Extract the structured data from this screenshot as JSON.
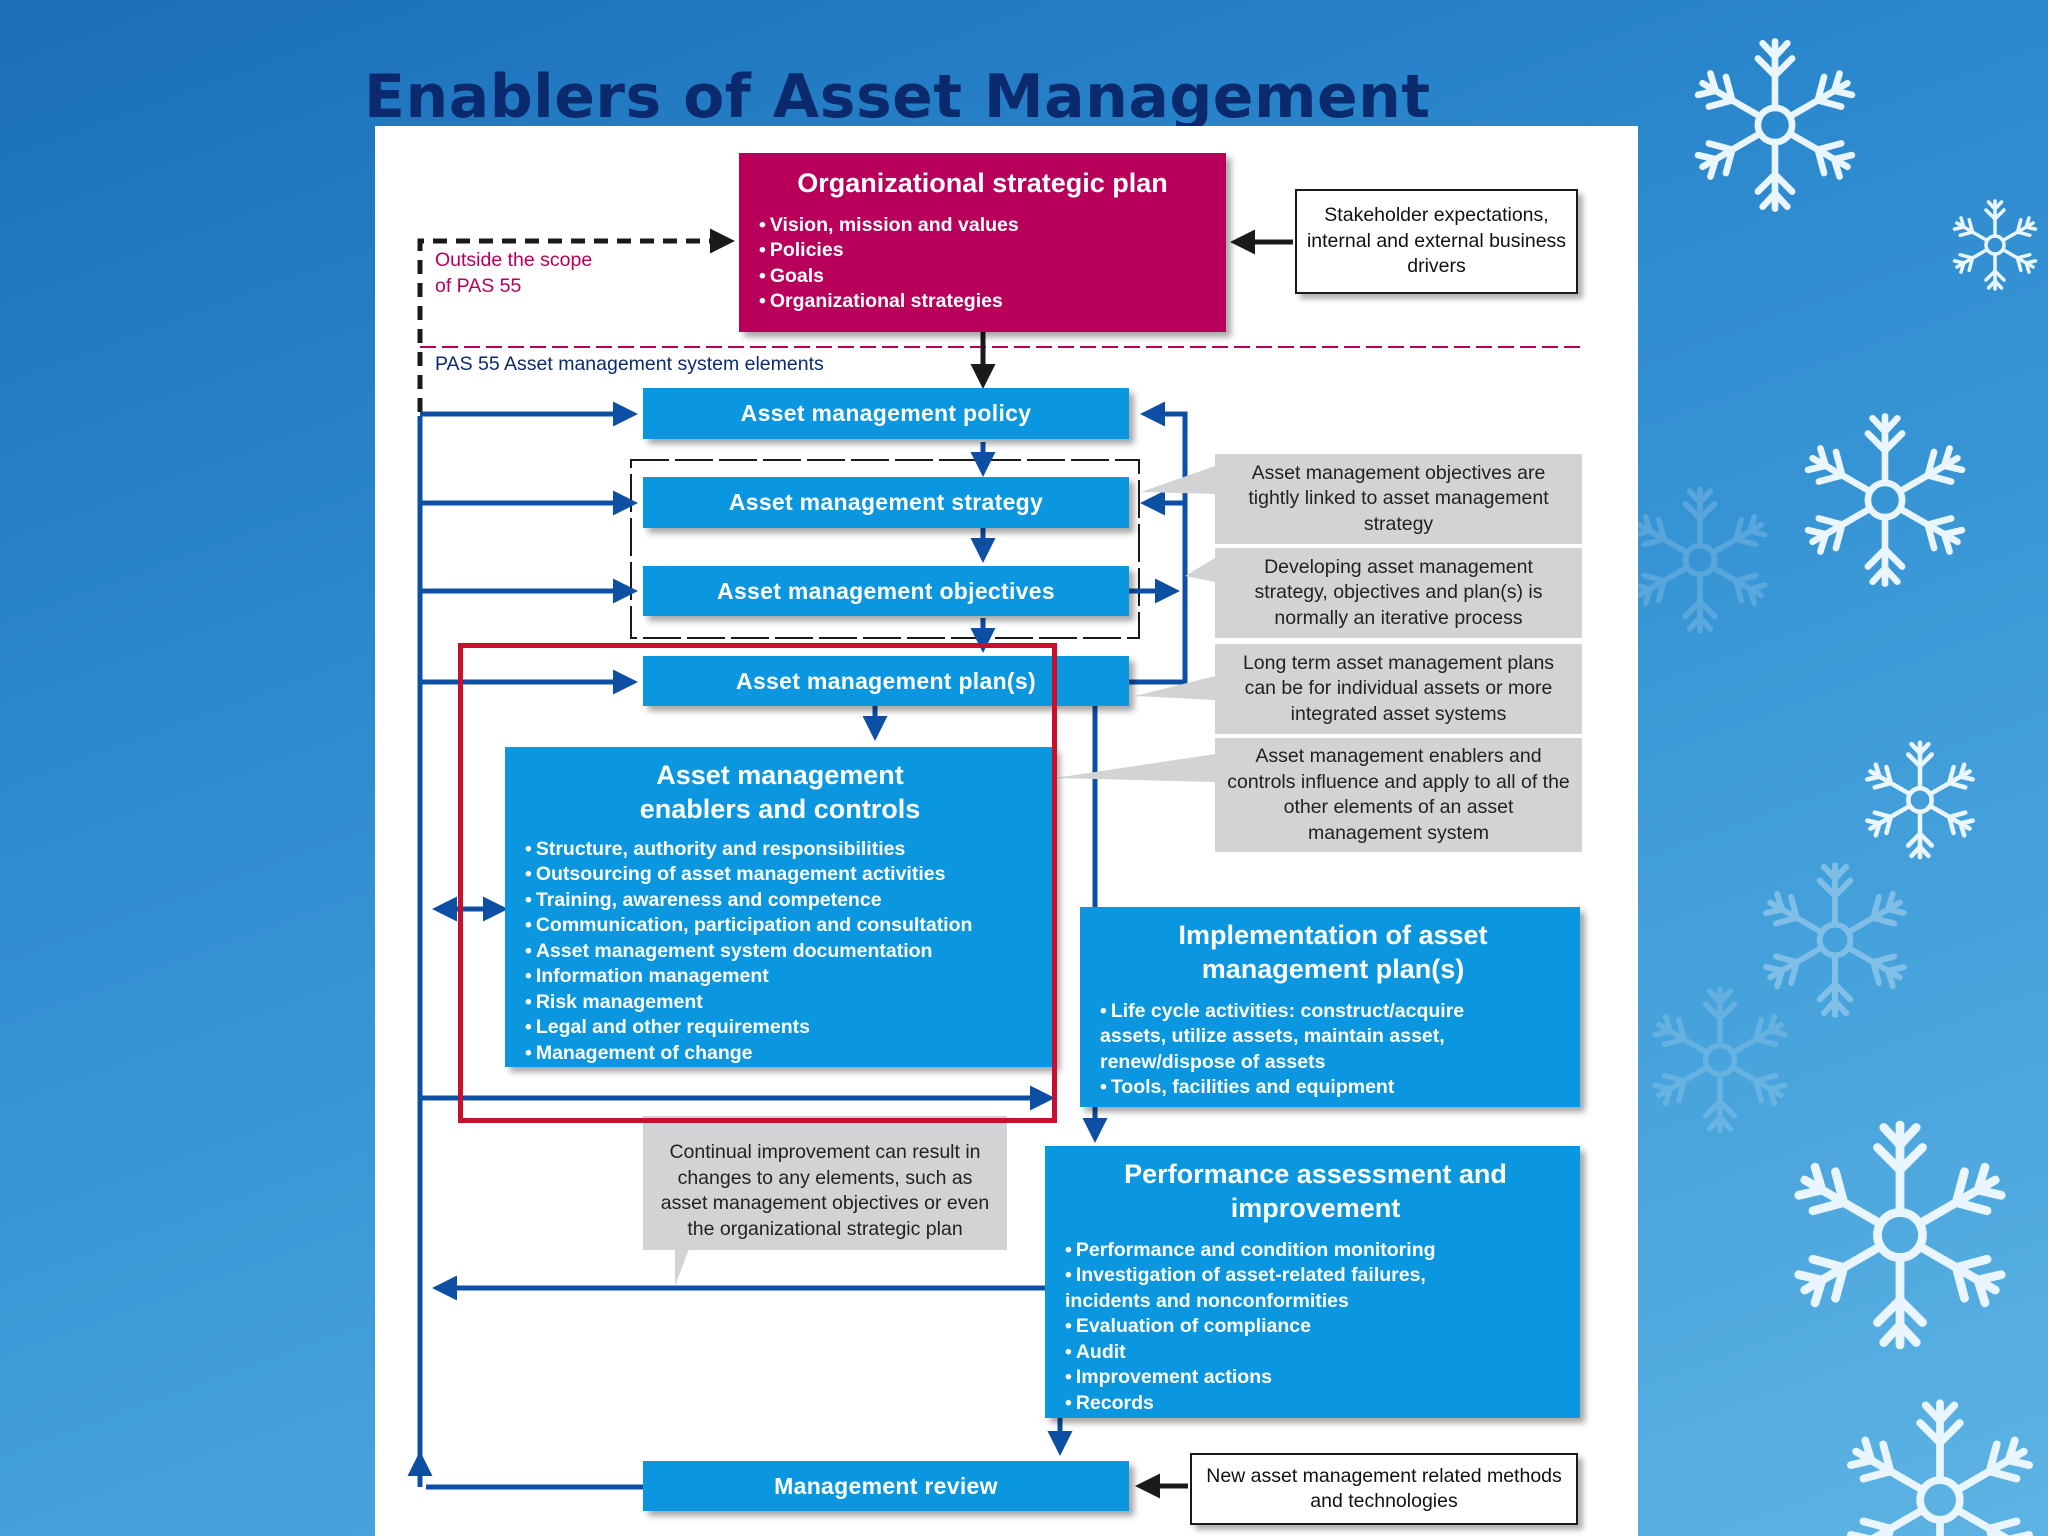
{
  "slide": {
    "title": "Enablers of Asset Management"
  },
  "diagram": {
    "strategic_plan": {
      "title": "Organizational strategic plan",
      "points": [
        "Vision, mission and values",
        "Policies",
        "Goals",
        "Organizational strategies"
      ]
    },
    "stakeholder_box": "Stakeholder expectations, internal and external business drivers",
    "outside_scope_label": "Outside the scope of PAS 55",
    "pas55_label": "PAS 55 Asset management system elements",
    "policy": "Asset management policy",
    "strategy": "Asset management strategy",
    "objectives": "Asset management objectives",
    "plans": "Asset management plan(s)",
    "enablers": {
      "title": "Asset management enablers and controls",
      "points": [
        "Structure, authority and responsibilities",
        "Outsourcing of asset management activities",
        "Training, awareness and competence",
        "Communication, participation and consultation",
        "Asset management system documentation",
        "Information management",
        "Risk management",
        "Legal and other requirements",
        "Management of change"
      ]
    },
    "implementation": {
      "title": "Implementation of asset management plan(s)",
      "points": [
        "Life cycle activities: construct/acquire assets, utilize assets, maintain asset, renew/dispose of assets",
        "Tools, facilities and equipment"
      ]
    },
    "performance": {
      "title": "Performance assessment and improvement",
      "points": [
        "Performance and condition monitoring",
        "Investigation of asset-related failures, incidents and nonconformities",
        "Evaluation of compliance",
        "Audit",
        "Improvement actions",
        "Records"
      ]
    },
    "review": "Management review",
    "new_methods_box": "New asset management related methods and technologies",
    "notes": {
      "objectives_linked": "Asset management objectives are tightly linked to asset management strategy",
      "iterative": "Developing asset management strategy, objectives and plan(s) is normally an iterative process",
      "long_term": "Long term asset management plans can be for individual assets or more integrated asset systems",
      "enablers_influence": "Asset management enablers and controls influence and apply to all of the other elements of an asset management system",
      "continual": "Continual improvement can result in changes to any elements, such as asset management objectives or even the organizational strategic plan"
    }
  },
  "colors": {
    "title_text": "#0b2a6e",
    "strategic_plan": "#b8005a",
    "element_box": "#0a97e0",
    "note_box": "#d2d3d5",
    "arrow": "#0d4fa3",
    "highlight": "#c8102e"
  }
}
